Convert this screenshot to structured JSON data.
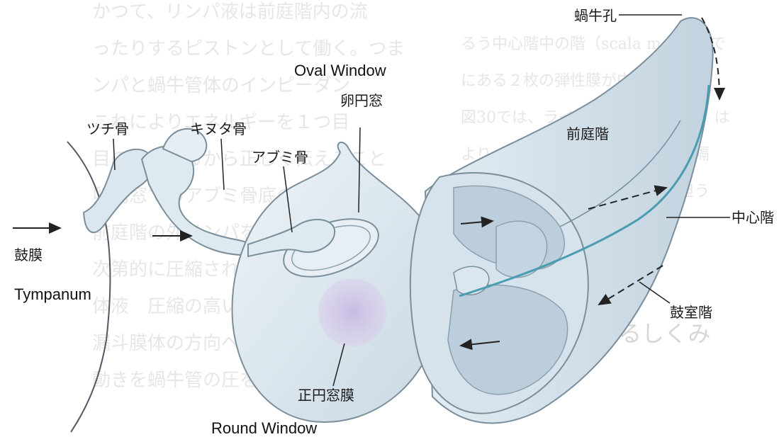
{
  "background_text": {
    "lines": [
      "かつて、リンパ液は前庭階内の流",
      "ったりするピストンとして働く。つま",
      "ンパと蝸牛管体のインピーダン",
      "これによりエネルギーを１つ目",
      "目の膜であるから正しく伝えること",
      "卵円窓でのアブミ骨底の動きは前",
      "前庭階の外リンパを音速で伝わる",
      "次第的に圧縮されないので、アブミ",
      "体液　圧縮の高い物は制限されない",
      "漏斗膜体の方向へ動かす（図30-3",
      "動きを蝸牛管の圧を上昇させ、液"
    ],
    "right_lines": [
      "るう中心階中の階（scala media）で",
      "にある２枚の弾性膜が中心階を他",
      "図30では、ライスナー膜（前庭膜）は",
      "より、基底膜は中心階と鼓室階を隔",
      "り、聴覚情報を伝達する役割を担う"
    ],
    "heading": "～を耳でとらえるしくみ"
  },
  "labels": {
    "tympanum_jp": "鼓膜",
    "tympanum_en": "Tympanum",
    "malleus": "ツチ骨",
    "incus": "キヌタ骨",
    "stapes": "アブミ骨",
    "oval_window_jp": "卵円窓",
    "oval_window_en": "Oval Window",
    "round_window_jp": "正円窓膜",
    "round_window_en": "Round Window",
    "helicotrema": "蝸牛孔",
    "scala_vestibuli": "前庭階",
    "scala_media": "中心階",
    "scala_tympani": "鼓室階"
  },
  "colors": {
    "structure_fill": "#dfe9f0",
    "structure_stroke": "#7a8e9c",
    "duct_line": "#4a9cb0",
    "round_window": "#c9b8e0",
    "background_text": "#e6e6e6"
  }
}
